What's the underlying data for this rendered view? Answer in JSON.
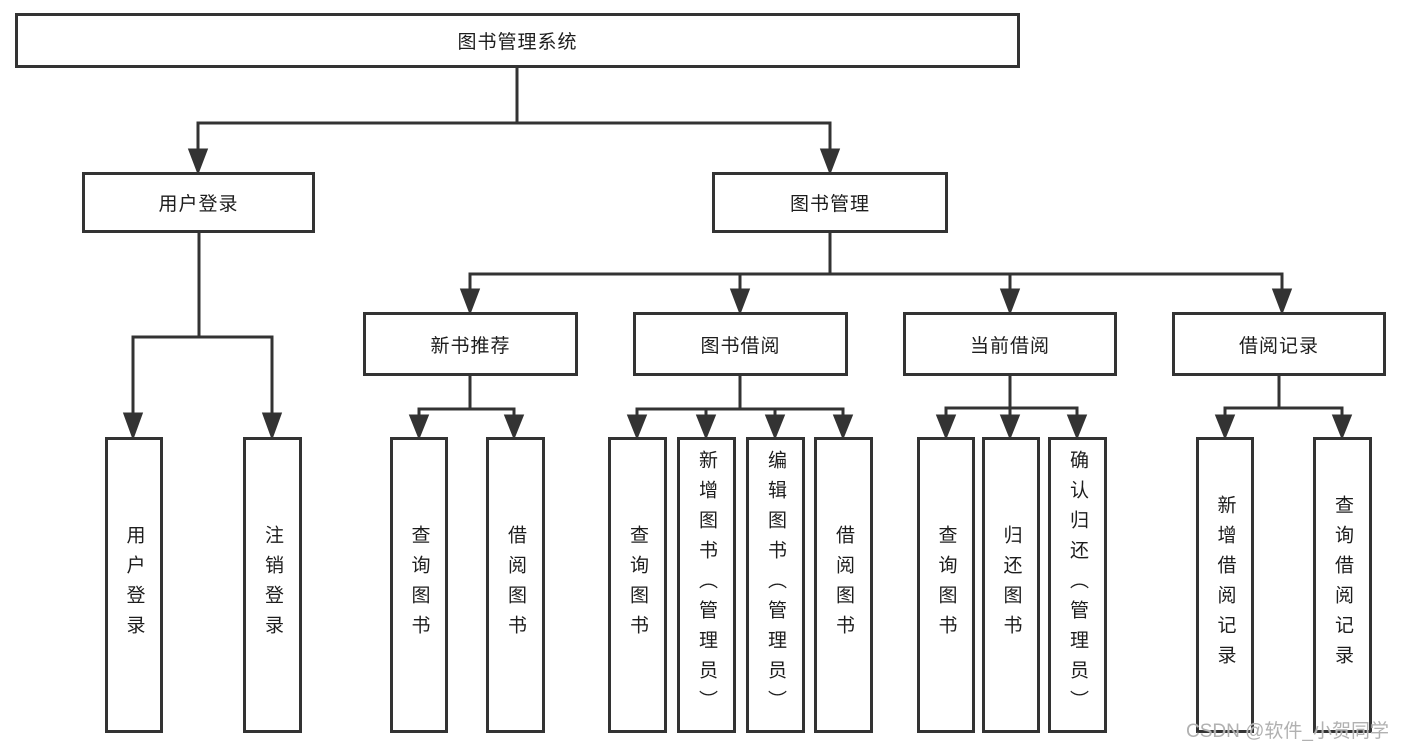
{
  "tree": {
    "root": {
      "label": "图书管理系统",
      "children": [
        {
          "label": "用户登录",
          "children": [
            {
              "label": "用户登录"
            },
            {
              "label": "注销登录"
            }
          ]
        },
        {
          "label": "图书管理",
          "children": [
            {
              "label": "新书推荐",
              "children": [
                {
                  "label": "查询图书"
                },
                {
                  "label": "借阅图书"
                }
              ]
            },
            {
              "label": "图书借阅",
              "children": [
                {
                  "label": "查询图书"
                },
                {
                  "label": "新增图书（管理员）"
                },
                {
                  "label": "编辑图书（管理员）"
                },
                {
                  "label": "借阅图书"
                }
              ]
            },
            {
              "label": "当前借阅",
              "children": [
                {
                  "label": "查询图书"
                },
                {
                  "label": "归还图书"
                },
                {
                  "label": "确认归还（管理员）"
                }
              ]
            },
            {
              "label": "借阅记录",
              "children": [
                {
                  "label": "新增借阅记录"
                },
                {
                  "label": "查询借阅记录"
                }
              ]
            }
          ]
        }
      ]
    }
  },
  "watermark": "CSDN @软件_小贺同学",
  "colors": {
    "line": "#333333",
    "text": "#1d1d1d",
    "watermark": "#b1b1b1",
    "background": "#ffffff"
  }
}
